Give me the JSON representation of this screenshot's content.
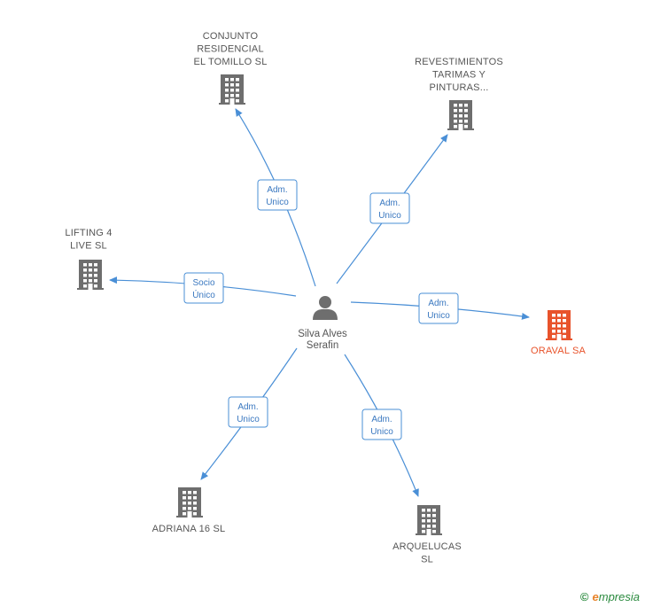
{
  "center": {
    "name_lines": [
      "Silva Alves",
      "Serafin"
    ],
    "icon": "person-icon"
  },
  "nodes": [
    {
      "id": "conjunto",
      "lines": [
        "CONJUNTO",
        "RESIDENCIAL",
        "EL TOMILLO SL"
      ],
      "icon": "building-icon",
      "highlight": false
    },
    {
      "id": "revestimientos",
      "lines": [
        "REVESTIMIENTOS",
        "TARIMAS Y",
        "PINTURAS..."
      ],
      "icon": "building-icon",
      "highlight": false
    },
    {
      "id": "lifting",
      "lines": [
        "LIFTING 4",
        "LIVE SL"
      ],
      "icon": "building-icon",
      "highlight": false
    },
    {
      "id": "oraval",
      "lines": [
        "ORAVAL SA"
      ],
      "icon": "building-icon",
      "highlight": true
    },
    {
      "id": "adriana",
      "lines": [
        "ADRIANA 16  SL"
      ],
      "icon": "building-icon",
      "highlight": false
    },
    {
      "id": "arquelucas",
      "lines": [
        "ARQUELUCAS",
        "SL"
      ],
      "icon": "building-icon",
      "highlight": false
    }
  ],
  "edges": [
    {
      "to": "conjunto",
      "label_lines": [
        "Adm.",
        "Unico"
      ]
    },
    {
      "to": "revestimientos",
      "label_lines": [
        "Adm.",
        "Unico"
      ]
    },
    {
      "to": "lifting",
      "label_lines": [
        "Socio",
        "Único"
      ]
    },
    {
      "to": "oraval",
      "label_lines": [
        "Adm.",
        "Unico"
      ]
    },
    {
      "to": "adriana",
      "label_lines": [
        "Adm.",
        "Unico"
      ]
    },
    {
      "to": "arquelucas",
      "label_lines": [
        "Adm.",
        "Unico"
      ]
    }
  ],
  "colors": {
    "edge": "#4a8fd6",
    "node_icon": "#6e6e6e",
    "highlight": "#e8532b"
  },
  "footer": {
    "copyright_symbol": "©",
    "brand_first": "e",
    "brand_rest": "mpresia"
  }
}
